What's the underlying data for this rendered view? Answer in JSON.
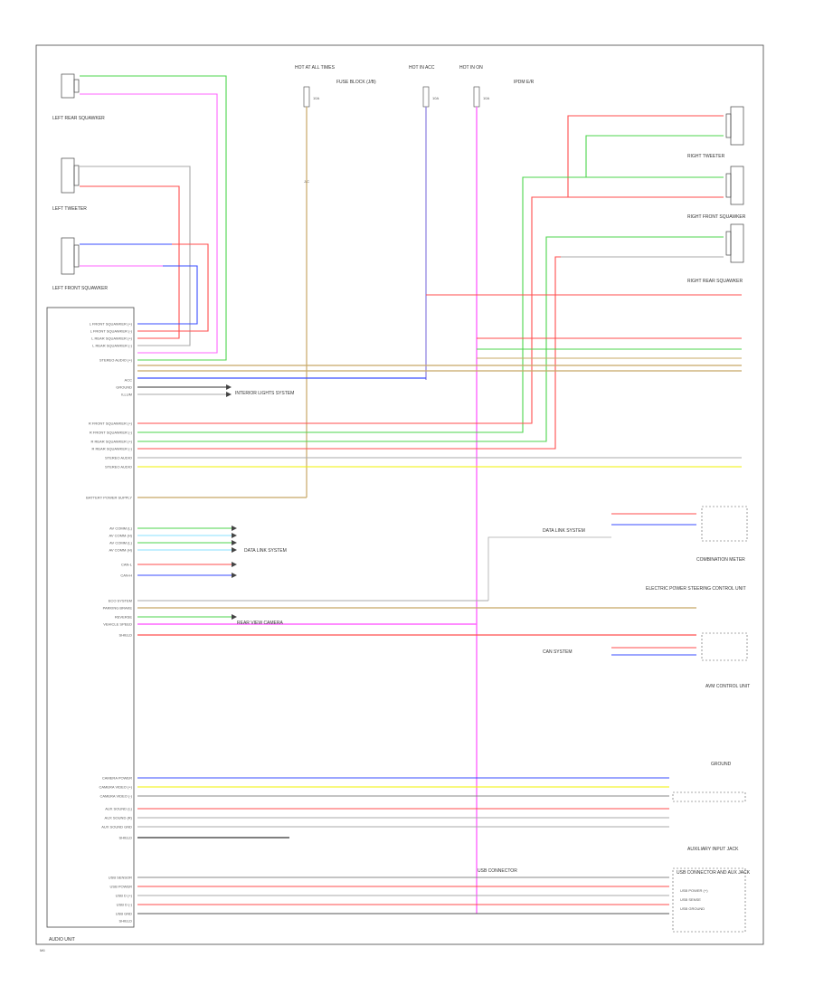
{
  "colors": {
    "green": "#4cd44c",
    "pink": "#ff66ff",
    "red": "#ff4d4d",
    "blue": "#3a4dff",
    "tan": "#c8a866",
    "yellow": "#f0f000",
    "gray": "#aaaaaa",
    "black": "#333333",
    "purple": "#8a7be0"
  },
  "diagram": {
    "speakers": {
      "left_rear": "LEFT REAR SQUAWKER",
      "left_tweeter": "LEFT TWEETER",
      "left_front": "LEFT FRONT SQUAWKER",
      "right_tweeter": "RIGHT TWEETER",
      "right_front": "RIGHT FRONT SQUAWKER",
      "right_rear": "RIGHT REAR SQUAWKER"
    },
    "top_blocks": {
      "fuse1": "HOT AT ALL TIMES",
      "fuse1_rating": "10A",
      "fuse_box": "FUSE BLOCK (J/B)",
      "fuse2": "HOT IN ACC",
      "fuse3": "HOT IN ON",
      "ipdm": "IPDM E/R",
      "fuse2_rating": "10A",
      "fuse3_rating": "10A",
      "splice": "J/C"
    },
    "left_labels": [
      "L FRONT SQUAWKER (+)",
      "L FRONT SQUAWKER (-)",
      "L REAR SQUAWKER (+)",
      "L REAR SQUAWKER (-)",
      "STEREO AUDIO (+)",
      "ACC",
      "GROUND",
      "ILLUM",
      "R FRONT SQUAWKER (+)",
      "R FRONT SQUAWKER (-)",
      "R REAR SQUAWKER (+)",
      "R REAR SQUAWKER (-)",
      "STEREO AUDIO",
      "STEREO AUDIO",
      "BATTERY POWER SUPPLY",
      "AV COMM (L)",
      "AV COMM (H)",
      "AV COMM (L)",
      "AV COMM (H)",
      "CAN-L",
      "CAN-H",
      "ECO SYSTEM",
      "PARKING BRAKE",
      "REVERSE",
      "VEHICLE SPEED",
      "SHIELD",
      "CAMERA POWER",
      "CAMERA VIDEO (+)",
      "CAMERA VIDEO (-)",
      "AUX SOUND (L)",
      "AUX SOUND (R)",
      "AUX SOUND GND",
      "SHIELD",
      "USB SENSOR",
      "USB POWER",
      "USB D (+)",
      "USB D (-)",
      "USB GND",
      "SHIELD"
    ],
    "right_blocks": {
      "interior_lights": "INTERIOR LIGHTS SYSTEM",
      "data_link": "DATA LINK SYSTEM",
      "combination_meter": "COMBINATION METER",
      "bcm": "ELECTRIC POWER STEERING CONTROL UNIT",
      "rear_view_camera": "REAR VIEW CAMERA",
      "front_dist": "AVM CONTROL UNIT",
      "aux_jack": "AUXILIARY INPUT JACK",
      "usb": "USB CONNECTOR",
      "ground": "GROUND",
      "data_link2": "DATA LINK SYSTEM",
      "canid": "CAN SYSTEM",
      "stereo": "AUDIO UNIT",
      "right_bottom": "USB CONNECTOR AND AUX JACK",
      "usb_labels": [
        "USB POWER (+)",
        "USB SENSE",
        "USB GROUND"
      ]
    },
    "footer": "AUDIO UNIT",
    "corner": "M6"
  }
}
